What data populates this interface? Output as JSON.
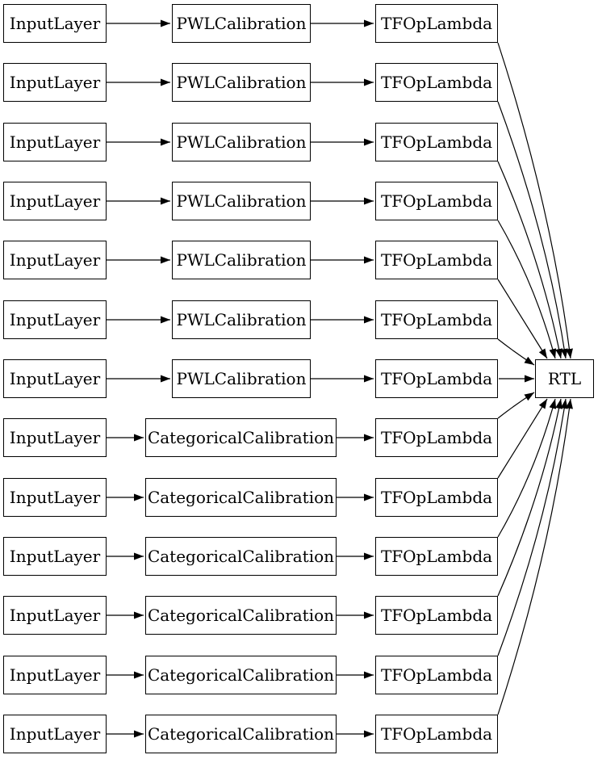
{
  "rows": [
    {
      "input": "InputLayer",
      "calibration": "PWLCalibration",
      "lambda": "TFOpLambda"
    },
    {
      "input": "InputLayer",
      "calibration": "PWLCalibration",
      "lambda": "TFOpLambda"
    },
    {
      "input": "InputLayer",
      "calibration": "PWLCalibration",
      "lambda": "TFOpLambda"
    },
    {
      "input": "InputLayer",
      "calibration": "PWLCalibration",
      "lambda": "TFOpLambda"
    },
    {
      "input": "InputLayer",
      "calibration": "PWLCalibration",
      "lambda": "TFOpLambda"
    },
    {
      "input": "InputLayer",
      "calibration": "PWLCalibration",
      "lambda": "TFOpLambda"
    },
    {
      "input": "InputLayer",
      "calibration": "PWLCalibration",
      "lambda": "TFOpLambda"
    },
    {
      "input": "InputLayer",
      "calibration": "CategoricalCalibration",
      "lambda": "TFOpLambda"
    },
    {
      "input": "InputLayer",
      "calibration": "CategoricalCalibration",
      "lambda": "TFOpLambda"
    },
    {
      "input": "InputLayer",
      "calibration": "CategoricalCalibration",
      "lambda": "TFOpLambda"
    },
    {
      "input": "InputLayer",
      "calibration": "CategoricalCalibration",
      "lambda": "TFOpLambda"
    },
    {
      "input": "InputLayer",
      "calibration": "CategoricalCalibration",
      "lambda": "TFOpLambda"
    },
    {
      "input": "InputLayer",
      "calibration": "CategoricalCalibration",
      "lambda": "TFOpLambda"
    }
  ],
  "output": {
    "label": "RTL"
  },
  "colors": {
    "background": "#ffffff",
    "node_fill": "#ffffff",
    "node_border": "#000000",
    "edge": "#000000",
    "text": "#000000"
  }
}
